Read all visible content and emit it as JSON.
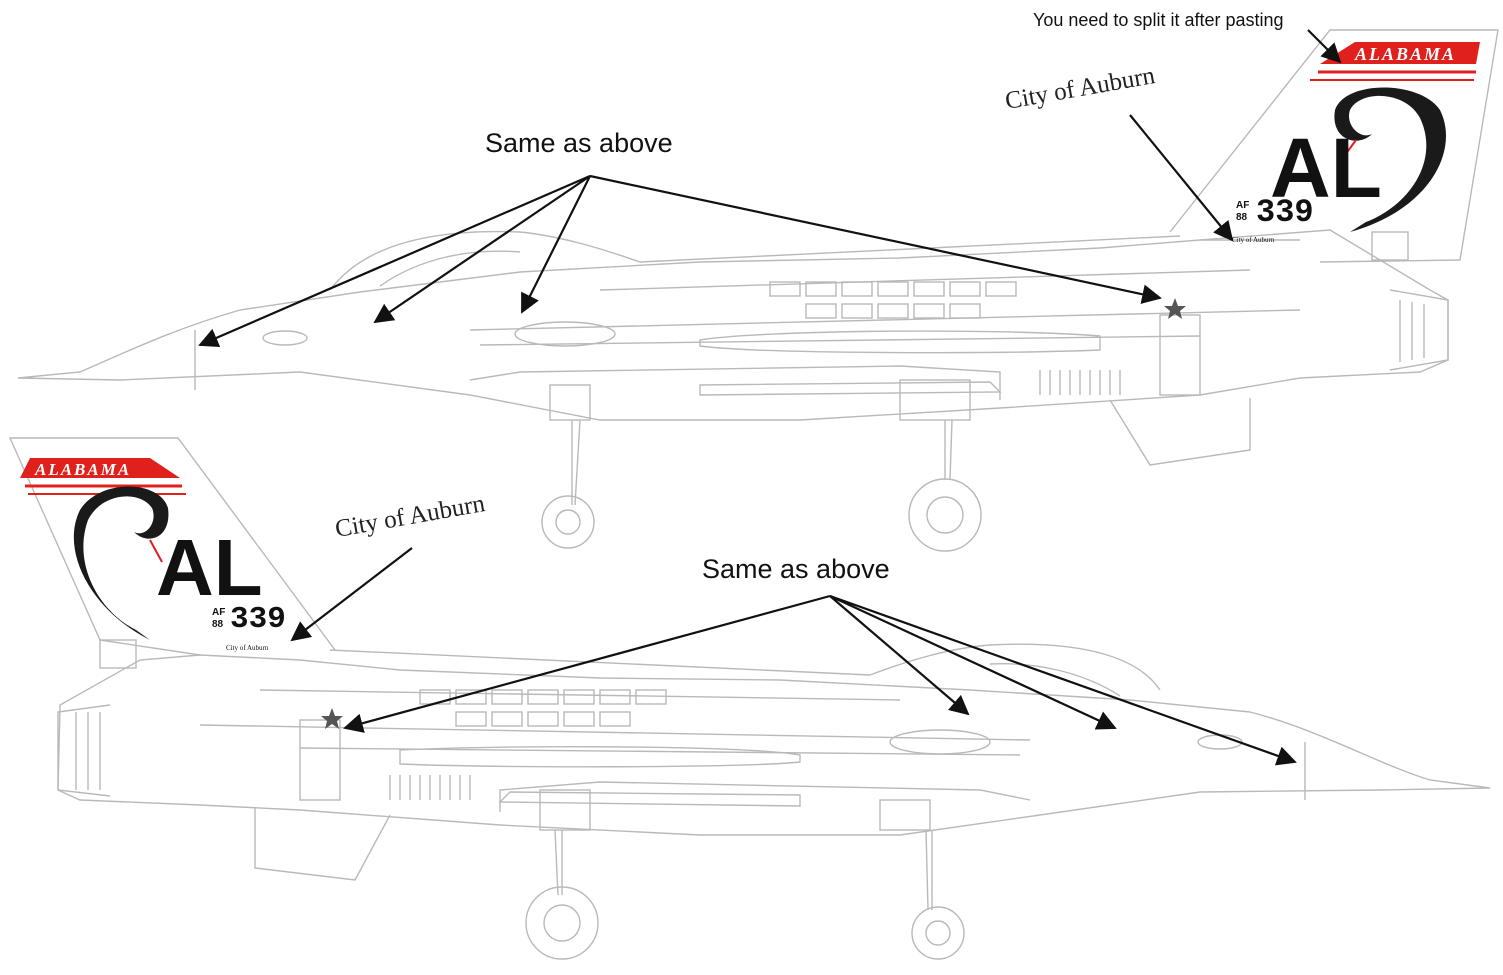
{
  "annotations": {
    "split_note": "You need to split it after pasting",
    "same_as_above_top": "Same as above",
    "same_as_above_bottom": "Same as above",
    "city_top": "City of Auburn",
    "city_bottom": "City of Auburn"
  },
  "tail": {
    "state_band": "ALABAMA",
    "code": "AL",
    "af": "AF",
    "year": "88",
    "serial": "339",
    "small_city": "City of Auburn"
  },
  "colors": {
    "line_art": "#b9b9b9",
    "ink": "#111111",
    "accent_red": "#e0201c",
    "snake": "#1a1a1a"
  },
  "icons": [
    "cobra-emblem-icon",
    "star-insignia-icon",
    "arrow-icon"
  ]
}
